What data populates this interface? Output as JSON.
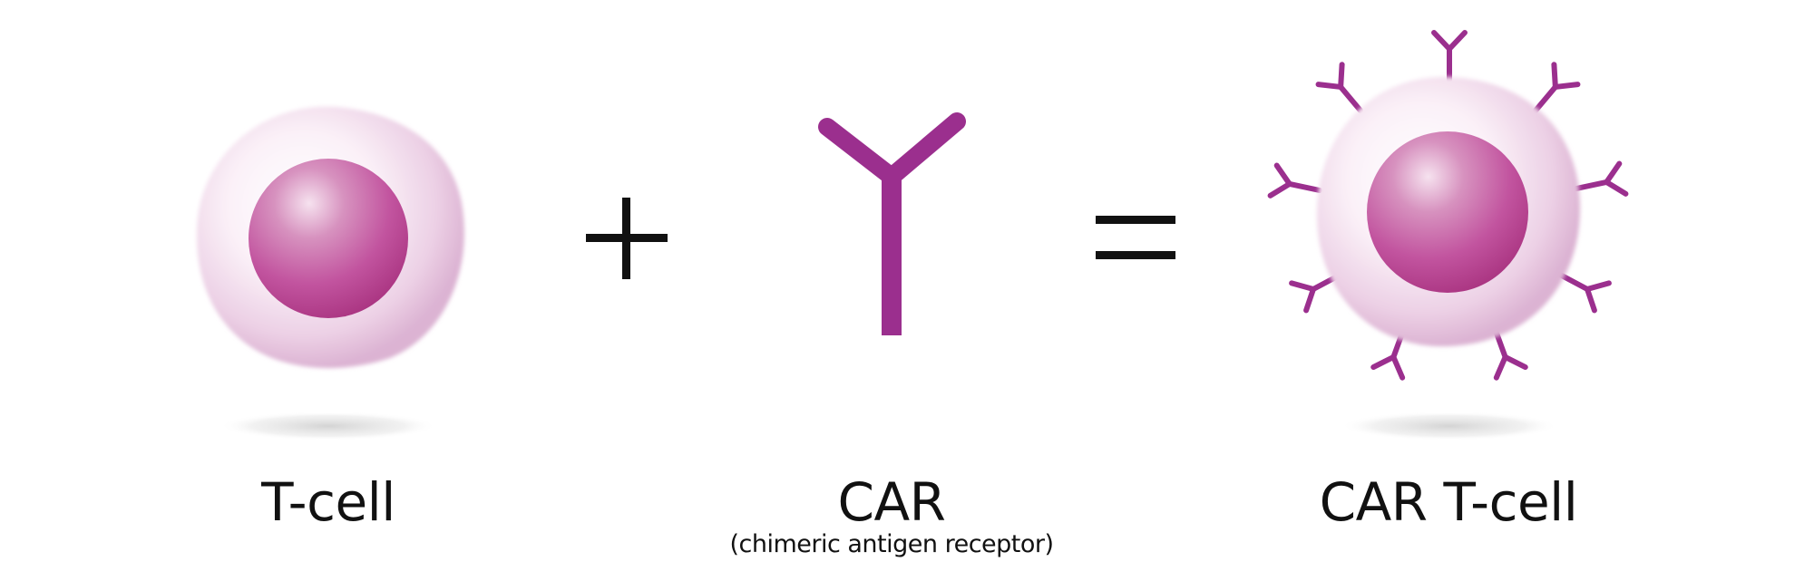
{
  "diagram": {
    "items": [
      {
        "label": "T-cell"
      },
      {
        "label": "CAR",
        "sublabel": "(chimeric antigen receptor)"
      },
      {
        "label": "CAR T-cell"
      }
    ],
    "operators": {
      "plus": "+",
      "equals": "="
    }
  },
  "colors": {
    "receptor": "#9b2f8e",
    "nucleus": "#c2549f",
    "membrane_tint": "#e8c8e1",
    "text": "#111111"
  },
  "icons": {
    "tcell": "t-cell-icon",
    "car": "car-receptor-icon",
    "cart": "car-t-cell-icon"
  }
}
